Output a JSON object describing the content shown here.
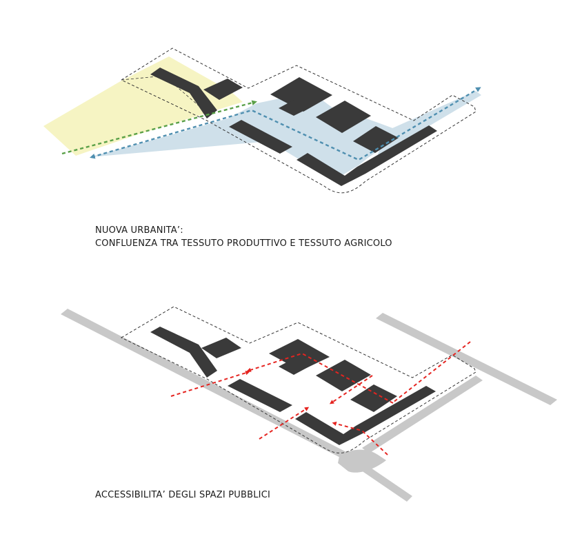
{
  "diagram_top": {
    "caption_line1": "NUOVA URBANITA’:",
    "caption_line2": "CONFLUENZA TRA TESSUTO PRODUTTIVO E TESSUTO AGRICOLO"
  },
  "diagram_bottom": {
    "caption": "ACCESSIBILITA’ DEGLI SPAZI PUBBLICI"
  },
  "colors": {
    "building": "#3a3a3a",
    "agricultural_zone": "#f6f4c3",
    "productive_zone": "#cfe0ea",
    "agricultural_arrow": "#5aa048",
    "productive_arrow": "#4f8fb0",
    "road": "#c8c8c8",
    "access_arrow": "#e52420",
    "boundary": "#333333"
  }
}
